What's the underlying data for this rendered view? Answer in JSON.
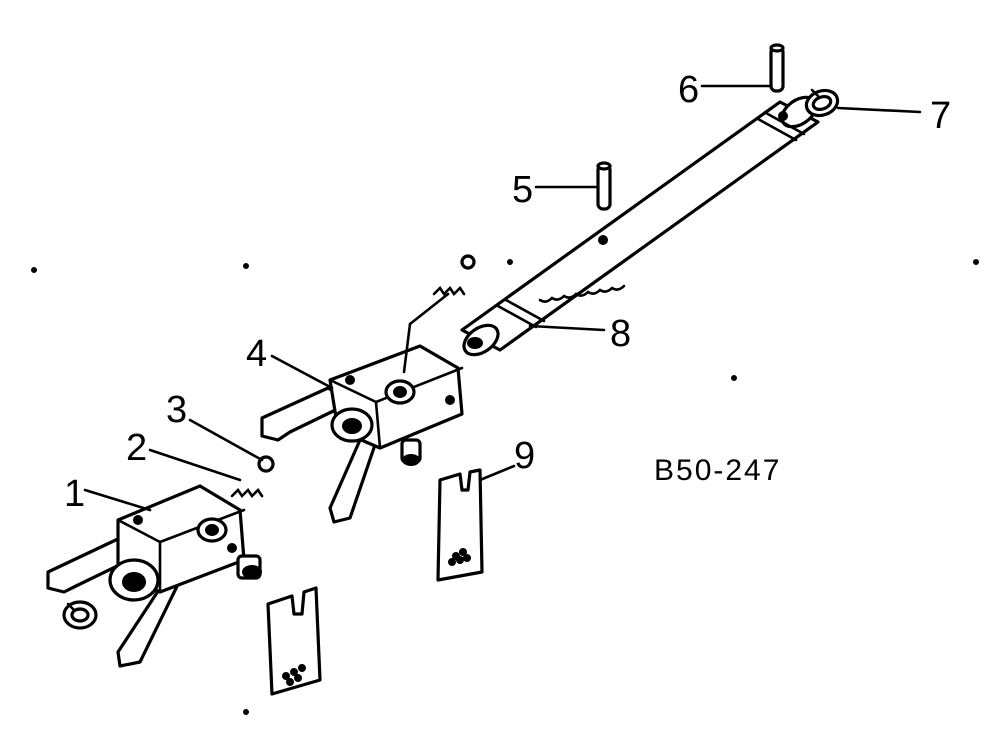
{
  "diagram": {
    "reference_code": "B50-247",
    "callouts": {
      "c1": "1",
      "c2": "2",
      "c3": "3",
      "c4": "4",
      "c5": "5",
      "c6": "6",
      "c7": "7",
      "c8": "8",
      "c9": "9"
    }
  }
}
